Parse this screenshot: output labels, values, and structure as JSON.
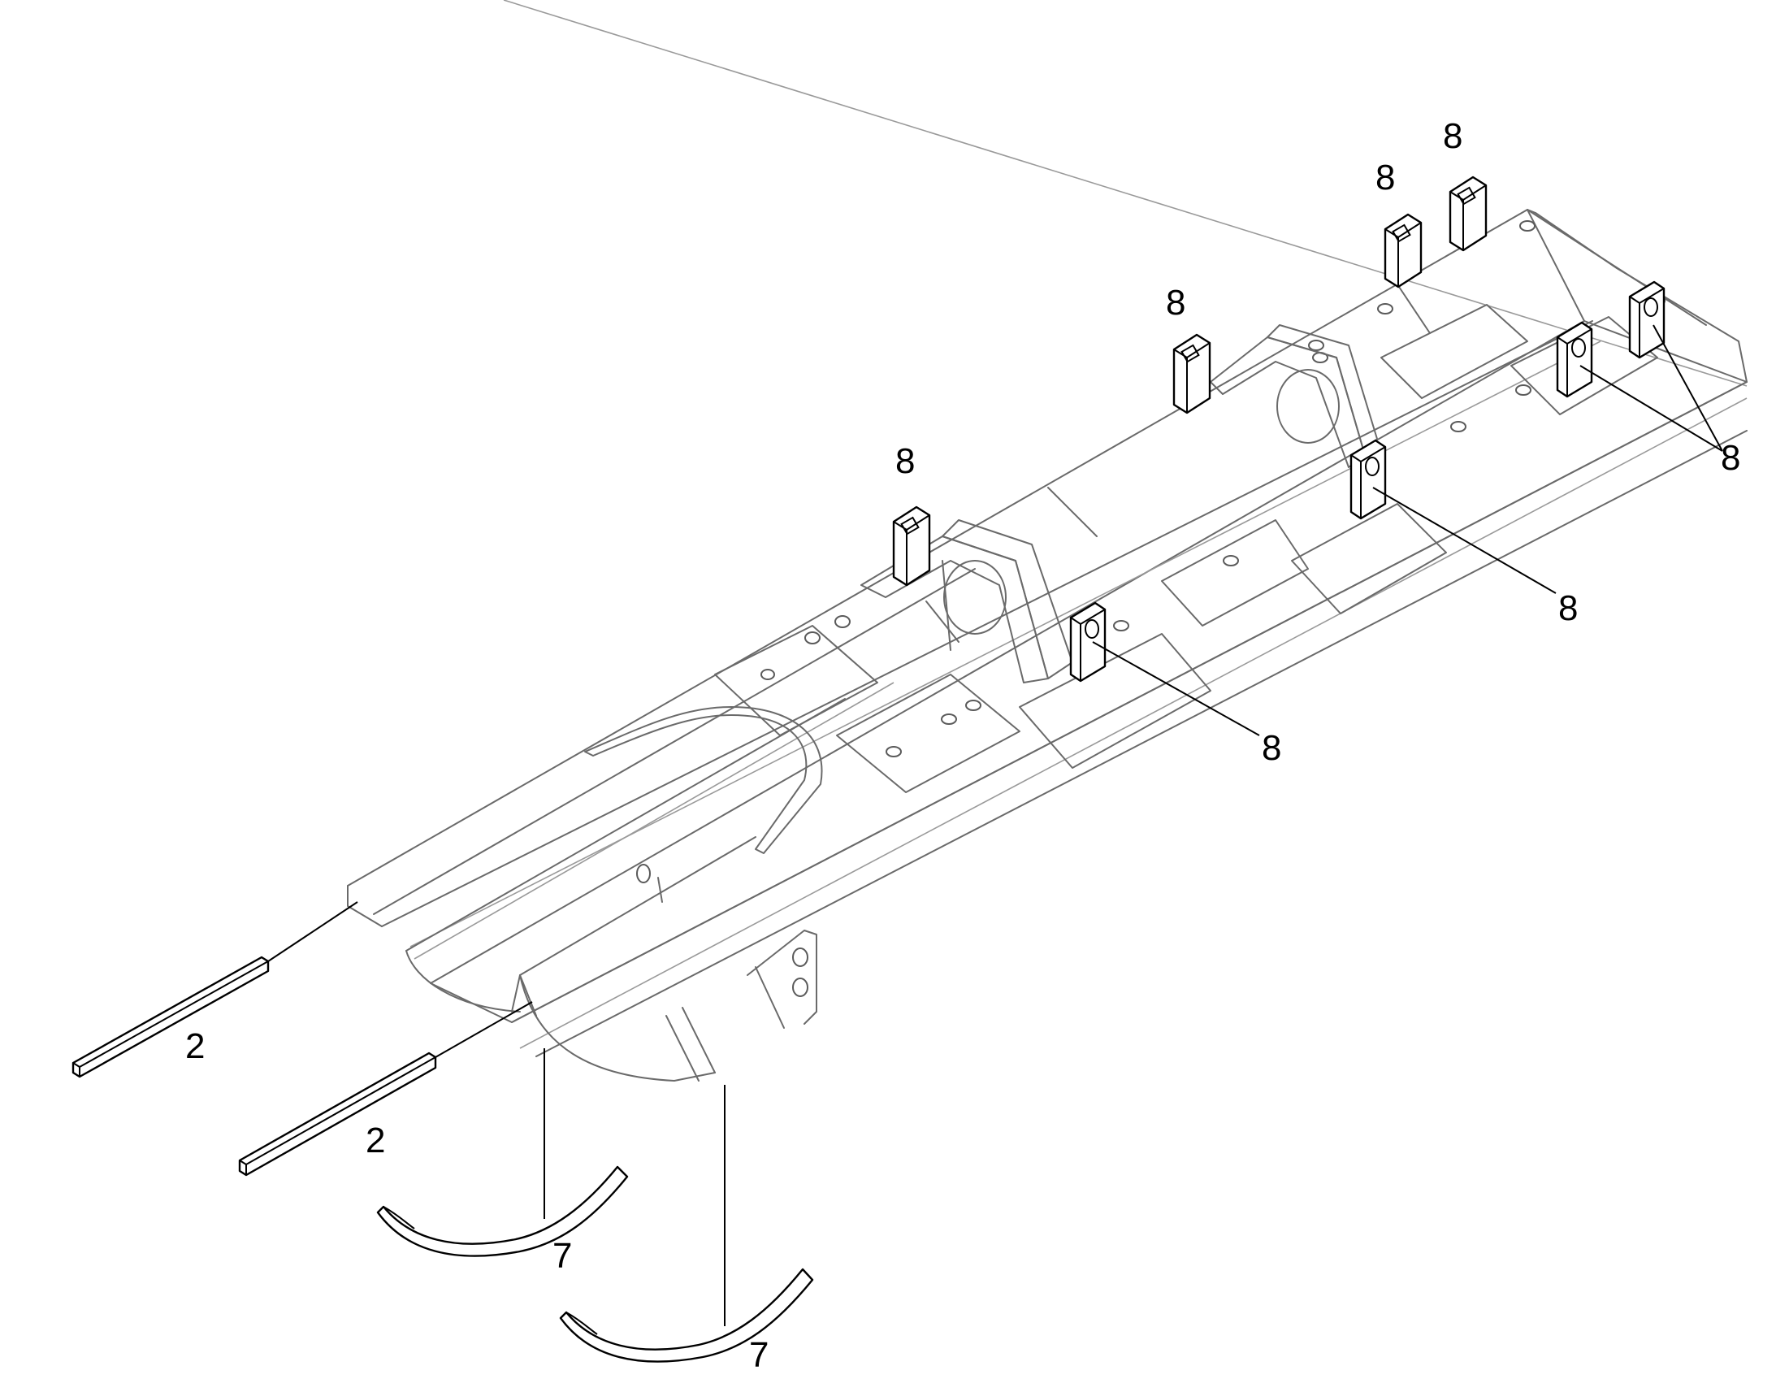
{
  "diagram": {
    "callouts": {
      "part_2_a": "2",
      "part_2_b": "2",
      "part_7_a": "7",
      "part_7_b": "7",
      "part_8_a": "8",
      "part_8_b": "8",
      "part_8_c": "8",
      "part_8_d": "8",
      "part_8_e": "8",
      "part_8_f": "8",
      "part_8_g": "8"
    }
  }
}
